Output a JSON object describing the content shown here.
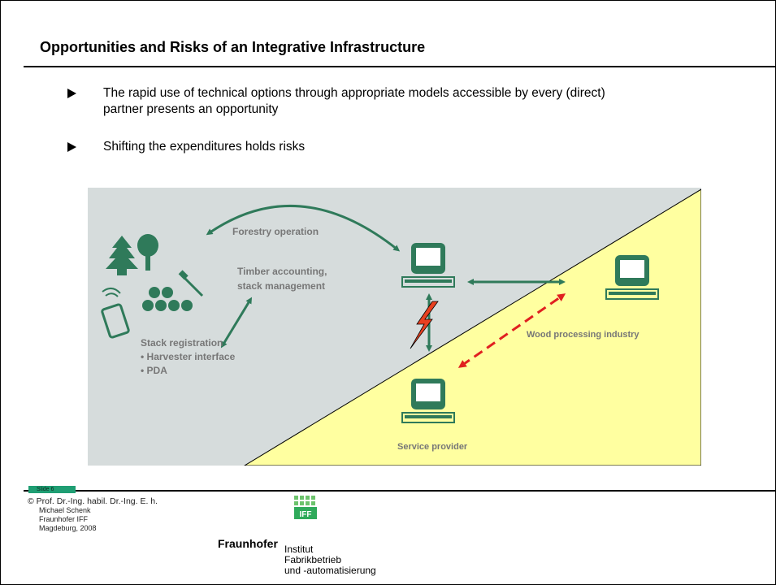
{
  "slide": {
    "title": "Opportunities and Risks of an Integrative Infrastructure",
    "bullets": [
      "The rapid use of technical options through appropriate models accessible by every (direct) partner presents an opportunity",
      "Shifting the expenditures holds risks"
    ]
  },
  "diagram": {
    "labels": {
      "forestry_operation": "Forestry operation",
      "timber_accounting_1": "Timber accounting,",
      "timber_accounting_2": "stack management",
      "stack_registration": "Stack registration",
      "harvester_interface": "• Harvester interface",
      "pda": "• PDA",
      "wood_processing": "Wood processing industry",
      "service_provider": "Service provider"
    },
    "colors": {
      "background_grey": "#d6dcdc",
      "yellow_region": "#ffffa0",
      "green": "#2f7a5a",
      "red_dashed": "#e02020",
      "lightning": "#e84020"
    }
  },
  "footer": {
    "slide_number": "Slide 6",
    "copyright_line": "© Prof. Dr.-Ing. habil. Dr.-Ing. E. h.",
    "name": "Michael Schenk",
    "org": "Fraunhofer IFF",
    "place_year": "Magdeburg, 2008",
    "logo_text": "IFF",
    "brand": "Fraunhofer",
    "institute_1": "Institut",
    "institute_2": "Fabrikbetrieb",
    "institute_3": "und -automatisierung"
  }
}
